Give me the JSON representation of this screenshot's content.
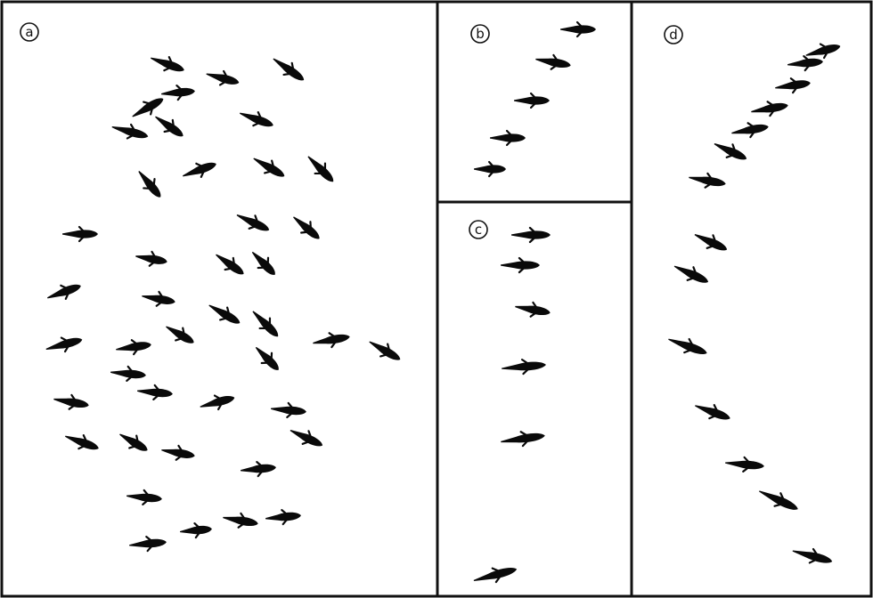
{
  "panels": [
    {
      "id": "a",
      "label": "a"
    },
    {
      "id": "b",
      "label": "b"
    },
    {
      "id": "c",
      "label": "c"
    },
    {
      "id": "d",
      "label": "d"
    }
  ],
  "colors": {
    "fish": "#0a0a0a",
    "border": "#111111",
    "background": "#ffffff"
  }
}
